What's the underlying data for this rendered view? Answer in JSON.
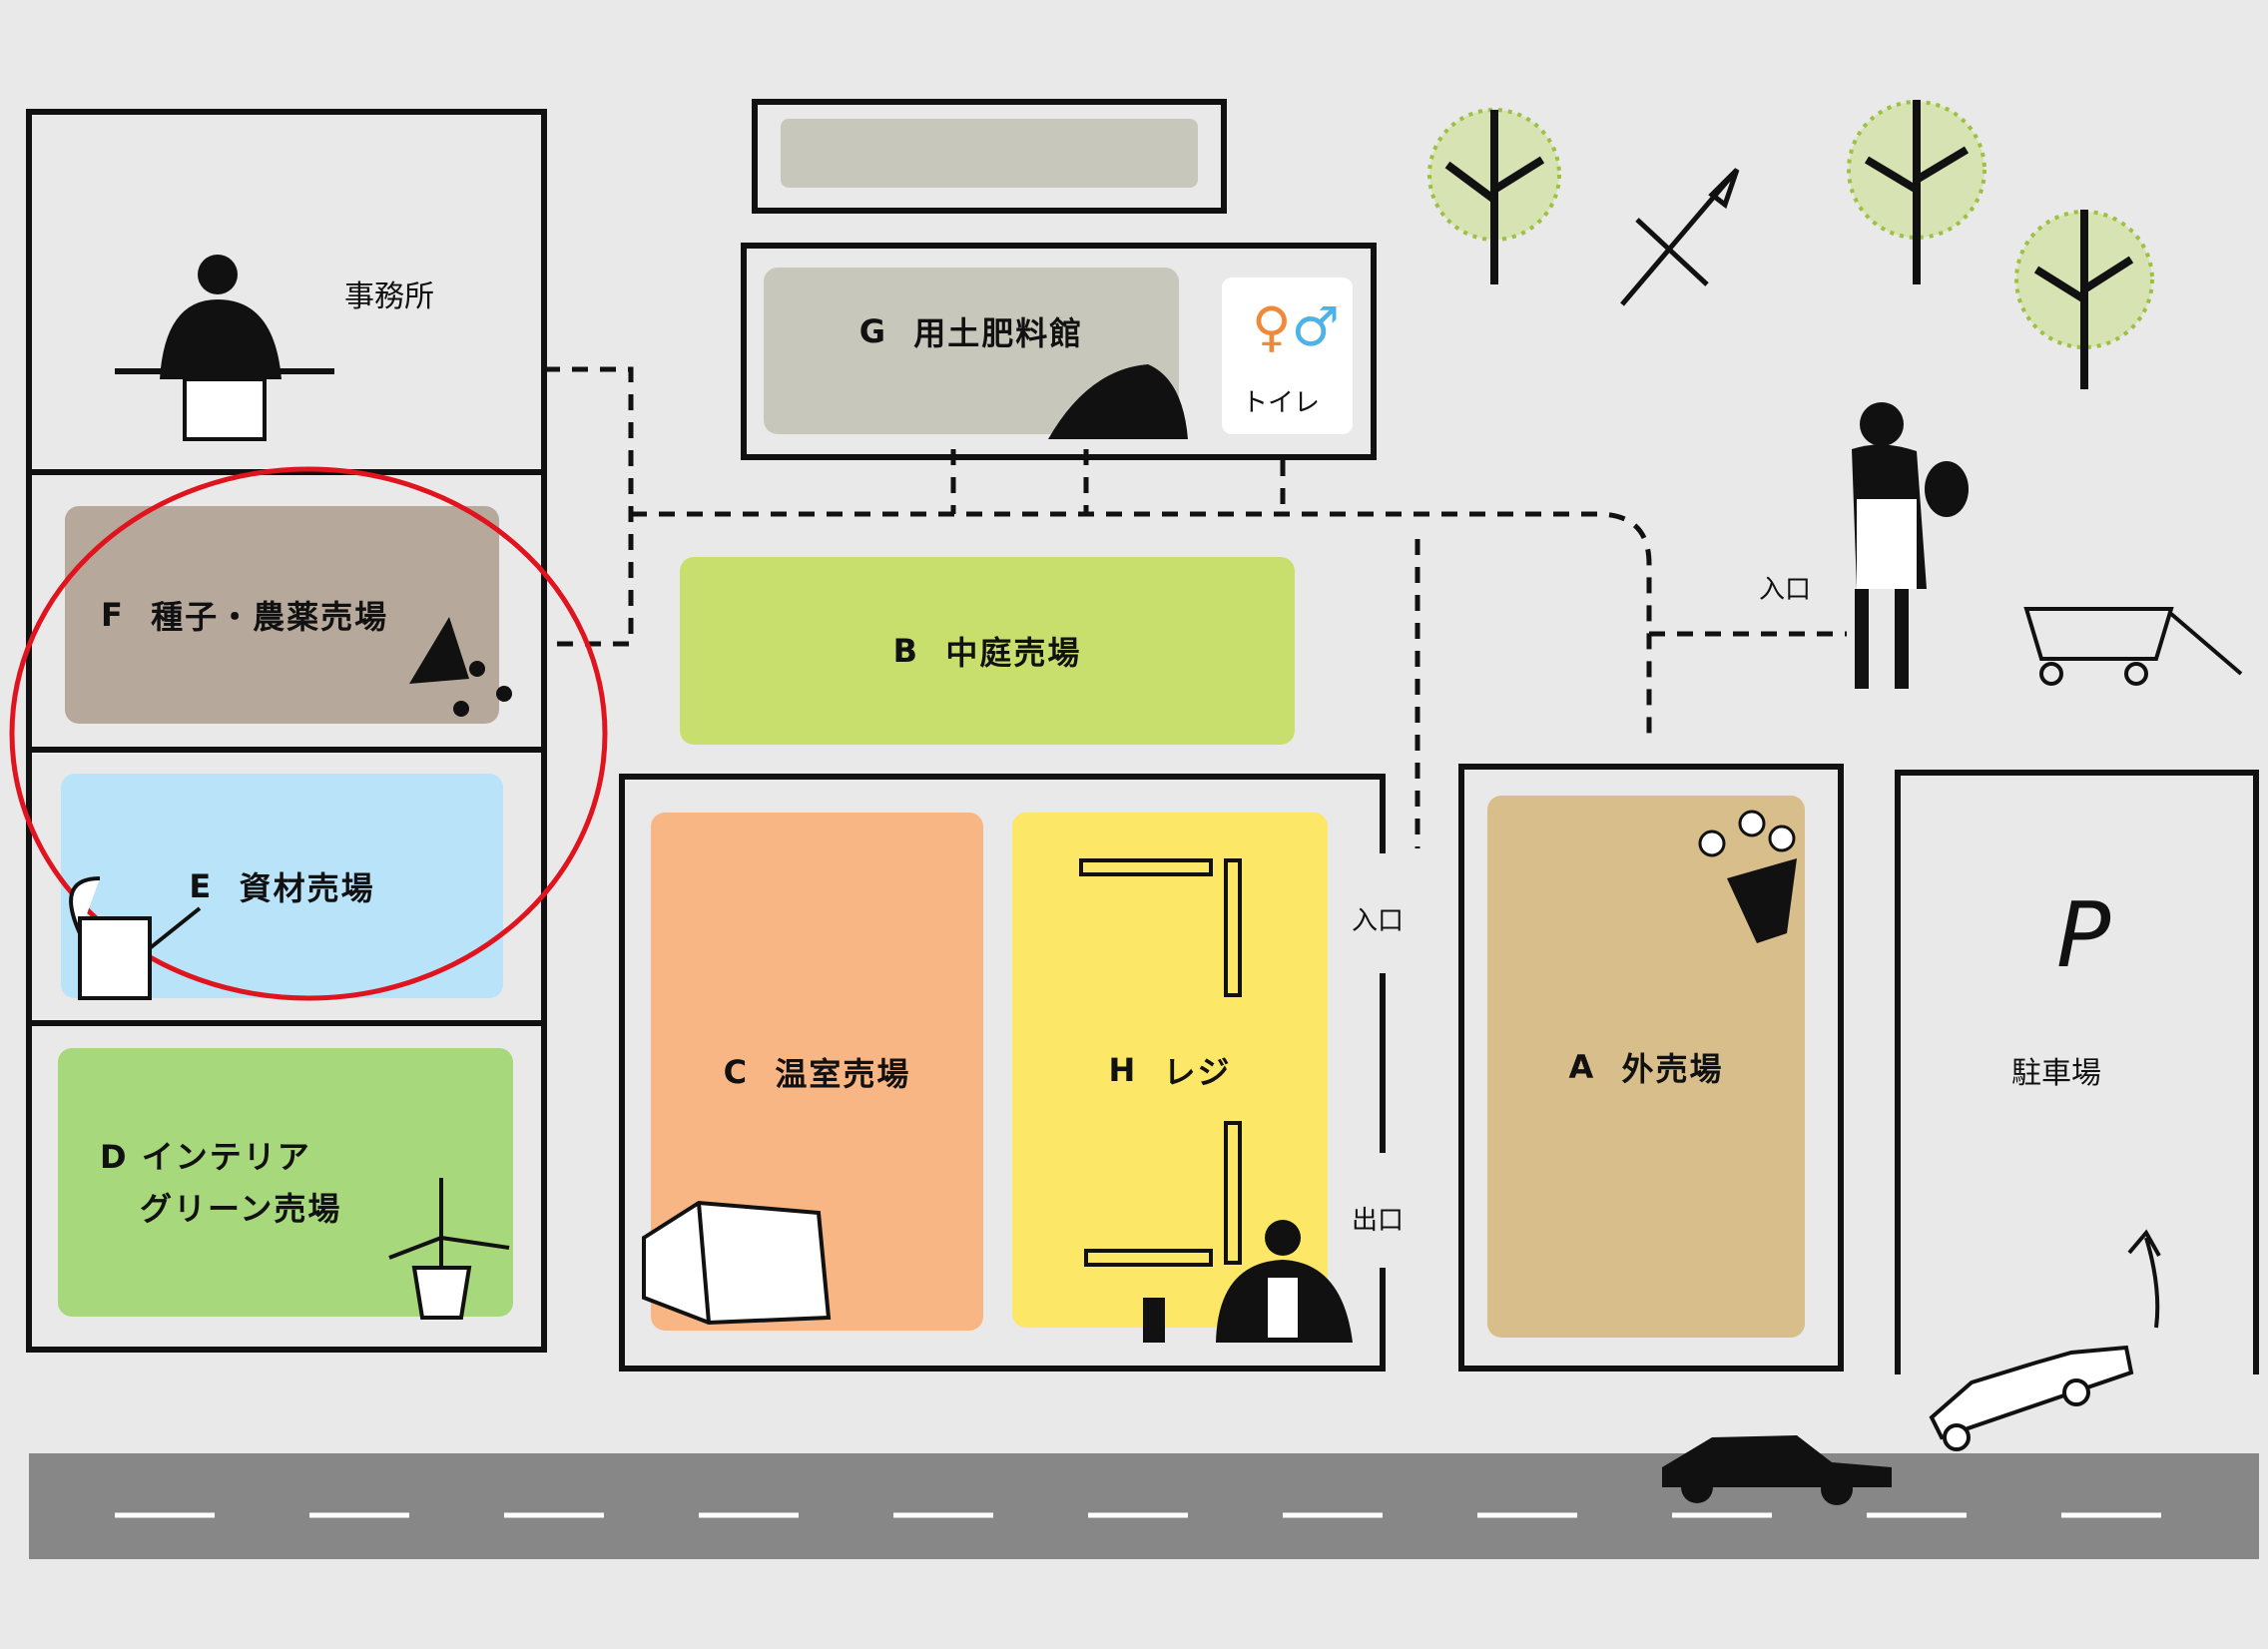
{
  "map": {
    "office": {
      "label": "事務所"
    },
    "zones": [
      {
        "id": "F",
        "letter": "F",
        "name": "種子・農薬売場",
        "color": "#b6a89b"
      },
      {
        "id": "E",
        "letter": "E",
        "name": "資材売場",
        "color": "#b9e3f8"
      },
      {
        "id": "D",
        "letter": "D",
        "name": "インテリア",
        "name2": "グリーン売場",
        "color": "#a7d87b"
      },
      {
        "id": "G",
        "letter": "G",
        "name": "用土肥料館",
        "color": "#c8c7bb"
      },
      {
        "id": "B",
        "letter": "B",
        "name": "中庭売場",
        "color": "#c9df6d"
      },
      {
        "id": "C",
        "letter": "C",
        "name": "温室売場",
        "color": "#f9b685"
      },
      {
        "id": "H",
        "letter": "H",
        "name": "レジ",
        "color": "#fde766"
      },
      {
        "id": "A",
        "letter": "A",
        "name": "外売場",
        "color": "#d8be8b"
      }
    ],
    "toilet": {
      "label": "トイレ"
    },
    "parking": {
      "symbol": "P",
      "label": "駐車場"
    },
    "entrance_main": "入口",
    "entrance_h": "入口",
    "exit_h": "出口",
    "highlight_color": "#e0141e",
    "road_color": "#878787"
  }
}
